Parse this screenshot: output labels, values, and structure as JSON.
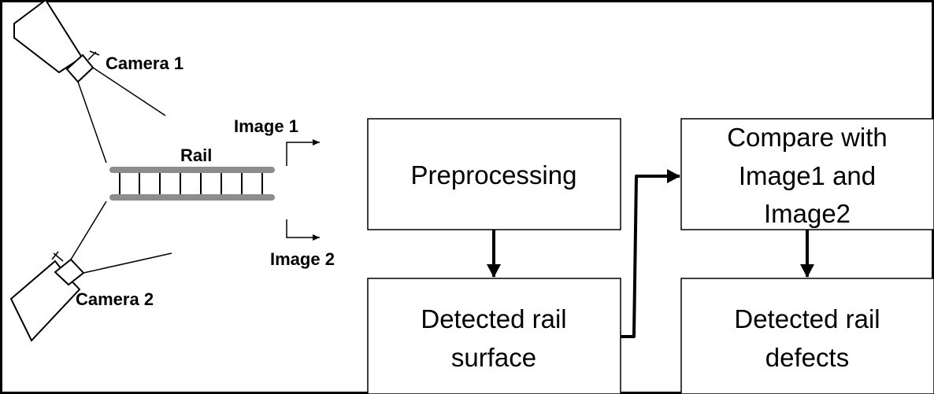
{
  "labels": {
    "camera1": "Camera 1",
    "camera2": "Camera 2",
    "rail": "Rail",
    "image1": "Image 1",
    "image2": "Image 2"
  },
  "boxes": {
    "preprocessing": {
      "lines": [
        "Preprocessing"
      ]
    },
    "detected_surface": {
      "lines": [
        "Detected rail",
        "surface"
      ]
    },
    "compare": {
      "lines": [
        "Compare with",
        "Image1 and",
        "Image2"
      ]
    },
    "detected_defects": {
      "lines": [
        "Detected rail",
        "defects"
      ]
    }
  },
  "colors": {
    "rail": "#8c8c8c",
    "stroke": "#000000"
  }
}
